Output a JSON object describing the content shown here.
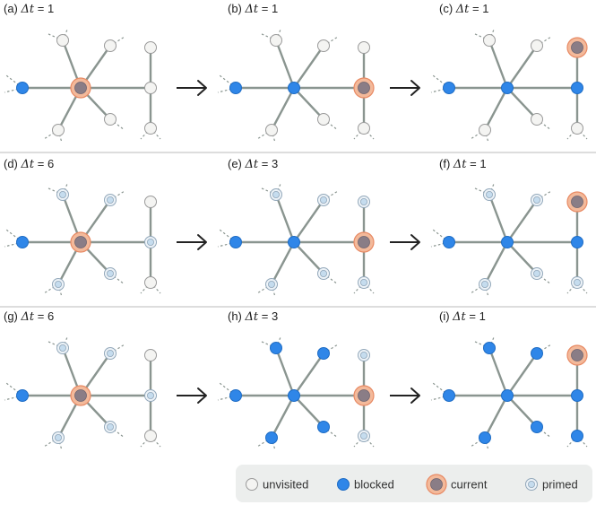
{
  "panels": [
    {
      "letter": "(a)",
      "delta": "Δt",
      "eq": "= 1",
      "states": {
        "center": "current",
        "L": "blocked",
        "R": "unvisited",
        "T": "unvisited",
        "B": "unvisited",
        "UL": "unvisited",
        "UR": "unvisited",
        "LL": "unvisited",
        "LR": "unvisited"
      }
    },
    {
      "letter": "(b)",
      "delta": "Δt",
      "eq": "= 1",
      "states": {
        "center": "blocked",
        "L": "blocked",
        "R": "current",
        "T": "unvisited",
        "B": "unvisited",
        "UL": "unvisited",
        "UR": "unvisited",
        "LL": "unvisited",
        "LR": "unvisited"
      }
    },
    {
      "letter": "(c)",
      "delta": "Δt",
      "eq": "= 1",
      "states": {
        "center": "blocked",
        "L": "blocked",
        "R": "blocked",
        "T": "current",
        "B": "unvisited",
        "UL": "unvisited",
        "UR": "unvisited",
        "LL": "unvisited",
        "LR": "unvisited"
      }
    },
    {
      "letter": "(d)",
      "delta": "Δt",
      "eq": "= 6",
      "states": {
        "center": "current",
        "L": "blocked",
        "R": "primed",
        "T": "unvisited",
        "B": "unvisited",
        "UL": "primed",
        "UR": "primed",
        "LL": "primed",
        "LR": "primed"
      }
    },
    {
      "letter": "(e)",
      "delta": "Δt",
      "eq": "= 3",
      "states": {
        "center": "blocked",
        "L": "blocked",
        "R": "current",
        "T": "primed",
        "B": "primed",
        "UL": "primed",
        "UR": "primed",
        "LL": "primed",
        "LR": "primed"
      }
    },
    {
      "letter": "(f)",
      "delta": "Δt",
      "eq": "= 1",
      "states": {
        "center": "blocked",
        "L": "blocked",
        "R": "blocked",
        "T": "current",
        "B": "primed",
        "UL": "primed",
        "UR": "primed",
        "LL": "primed",
        "LR": "primed"
      }
    },
    {
      "letter": "(g)",
      "delta": "Δt",
      "eq": "= 6",
      "states": {
        "center": "current",
        "L": "blocked",
        "R": "primed",
        "T": "unvisited",
        "B": "unvisited",
        "UL": "primed",
        "UR": "primed",
        "LL": "primed",
        "LR": "primed"
      }
    },
    {
      "letter": "(h)",
      "delta": "Δt",
      "eq": "= 3",
      "states": {
        "center": "blocked",
        "L": "blocked",
        "R": "current",
        "T": "primed",
        "B": "primed",
        "UL": "blocked",
        "UR": "blocked",
        "LL": "blocked",
        "LR": "blocked"
      }
    },
    {
      "letter": "(i)",
      "delta": "Δt",
      "eq": "= 1",
      "states": {
        "center": "blocked",
        "L": "blocked",
        "R": "blocked",
        "T": "current",
        "B": "blocked",
        "UL": "blocked",
        "UR": "blocked",
        "LL": "blocked",
        "LR": "blocked"
      }
    }
  ],
  "legend": [
    {
      "state": "unvisited",
      "label": "unvisited"
    },
    {
      "state": "blocked",
      "label": "blocked"
    },
    {
      "state": "current",
      "label": "current"
    },
    {
      "state": "primed",
      "label": "primed"
    }
  ],
  "colors": {
    "edge": "#8a9590",
    "stub": "#8a9590",
    "unvisited_fill": "#f4f4f2",
    "unvisited_stroke": "#9a9a9a",
    "blocked_fill": "#2f86e8",
    "blocked_stroke": "#1e6cc4",
    "current_fill": "#8a7d86",
    "current_ring": "#f3b99a",
    "current_ring_stroke": "#e88a64",
    "primed_fill": "#c5dcee",
    "primed_ring": "#edf3f8",
    "primed_stroke": "#93a8ba",
    "legend_bg": "#eceeed",
    "separator": "#bbbbbb",
    "arrow": "#222222"
  }
}
